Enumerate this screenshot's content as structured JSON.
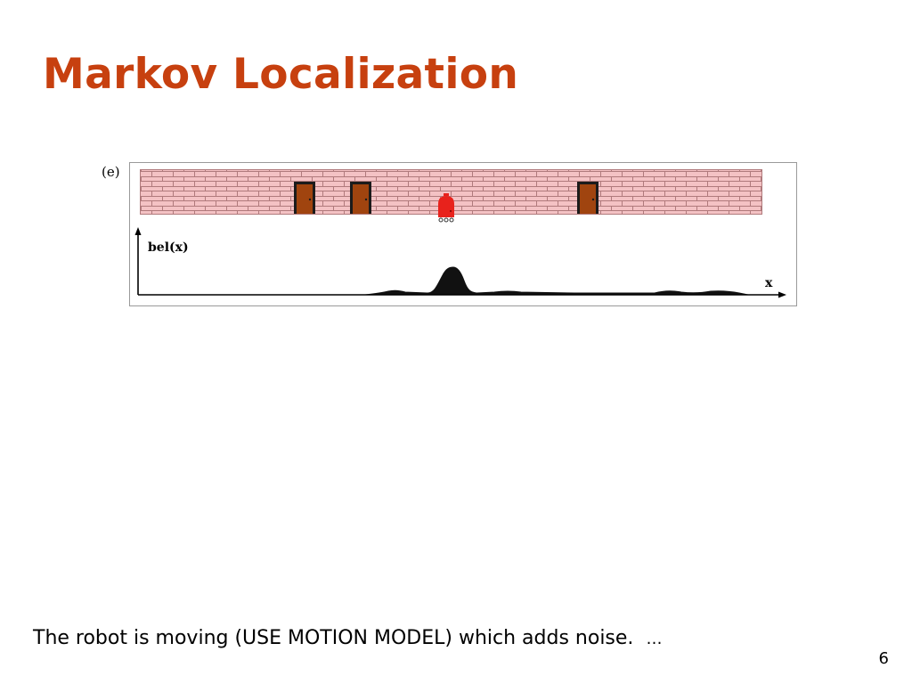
{
  "slide": {
    "title": "Markov Localization",
    "caption": "The robot is moving (USE MOTION MODEL) which adds noise.",
    "caption_ellipsis": "…",
    "page_number": "6"
  },
  "figure": {
    "panel_label": "(e)",
    "y_axis_label": "bel(x)",
    "x_axis_label": "x",
    "wall_color": "#f4c2c4",
    "mortar_color": "#b07a7c",
    "door_color": "#a0440f",
    "robot_color": "#e8221c",
    "title_color": "#c7400f"
  }
}
